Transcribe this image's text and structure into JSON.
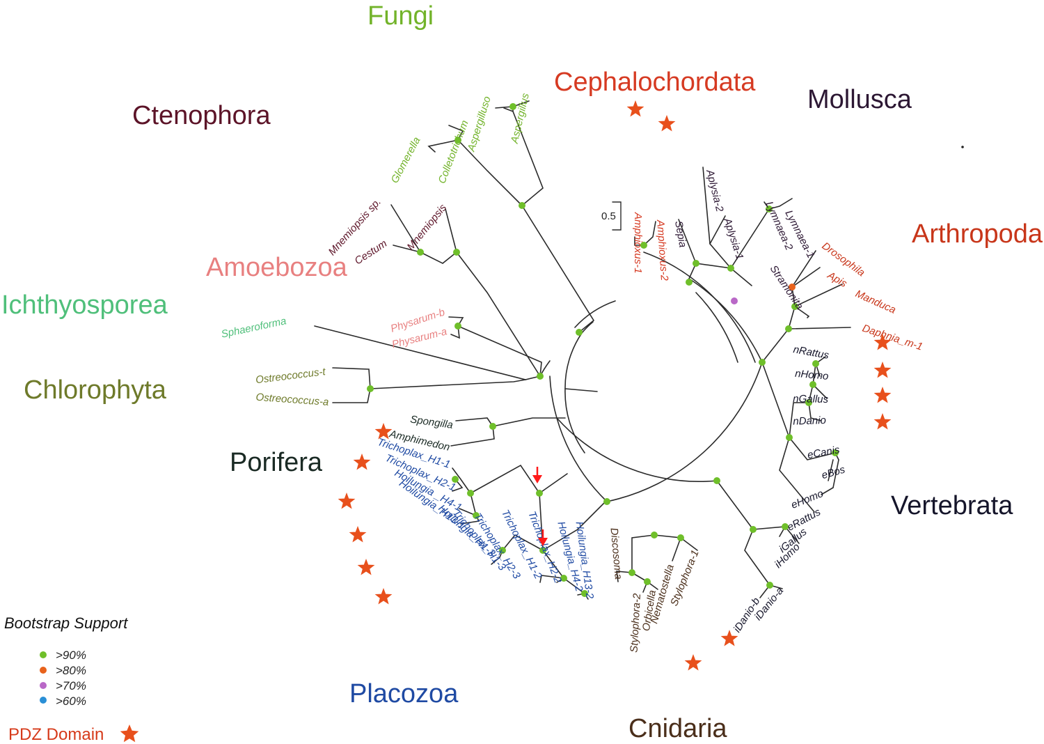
{
  "colors": {
    "branch": "#2a2a2a",
    "node_90": "#6fbf2a",
    "node_80": "#e8621c",
    "node_70": "#b968c7",
    "node_60": "#2a8fd6",
    "star": "#e8501c",
    "arrow": "#ff1a1a"
  },
  "clades": [
    {
      "key": "fungi",
      "label": "Fungi",
      "color": "#72b32a"
    },
    {
      "key": "cephalochordata",
      "label": "Cephalochordata",
      "color": "#d63a22"
    },
    {
      "key": "mollusca",
      "label": "Mollusca",
      "color": "#2c1733"
    },
    {
      "key": "ctenophora",
      "label": "Ctenophora",
      "color": "#5c1428"
    },
    {
      "key": "arthropoda",
      "label": "Arthropoda",
      "color": "#c8361a"
    },
    {
      "key": "amoebozoa",
      "label": "Amoebozoa",
      "color": "#e88080"
    },
    {
      "key": "ichthyosporea",
      "label": "Ichthyosporea",
      "color": "#4fbf7a"
    },
    {
      "key": "chlorophyta",
      "label": "Chlorophyta",
      "color": "#6e7a2a"
    },
    {
      "key": "porifera",
      "label": "Porifera",
      "color": "#1a2a24"
    },
    {
      "key": "vertebrata",
      "label": "Vertebrata",
      "color": "#15152a"
    },
    {
      "key": "placozoa",
      "label": "Placozoa",
      "color": "#1f4aa3"
    },
    {
      "key": "cnidaria",
      "label": "Cnidaria",
      "color": "#4a2e1a"
    }
  ],
  "leaves": [
    {
      "name": "Aspergillus",
      "group": "fungi"
    },
    {
      "name": "Aspergilluso",
      "group": "fungi"
    },
    {
      "name": "Colletotrichum",
      "group": "fungi"
    },
    {
      "name": "Glomerella",
      "group": "fungi"
    },
    {
      "name": "Mnemiopsis sp.",
      "group": "ctenophora"
    },
    {
      "name": "Mnemiopsis",
      "group": "ctenophora"
    },
    {
      "name": "Cestum",
      "group": "ctenophora"
    },
    {
      "name": "Physarum-b",
      "group": "amoebozoa"
    },
    {
      "name": "Physarum-a",
      "group": "amoebozoa"
    },
    {
      "name": "Sphaeroforma",
      "group": "ichthyosporea"
    },
    {
      "name": "Ostreococcus-t",
      "group": "chlorophyta"
    },
    {
      "name": "Ostreococcus-a",
      "group": "chlorophyta"
    },
    {
      "name": "Spongilla",
      "group": "porifera",
      "pdz": true
    },
    {
      "name": "Amphimedon",
      "group": "porifera",
      "pdz": true
    },
    {
      "name": "Trichoplax_H1-1",
      "group": "placozoa"
    },
    {
      "name": "Trichoplax_H2-1",
      "group": "placozoa",
      "pdz": true
    },
    {
      "name": "Hoilungia _H4-1",
      "group": "placozoa",
      "pdz": true
    },
    {
      "name": "Hoilungia_H13-1",
      "group": "placozoa",
      "pdz": true
    },
    {
      "name": "Hoilungia_H1-3",
      "group": "placozoa",
      "pdz": true
    },
    {
      "name": "Trichoplax_H1-3",
      "group": "placozoa"
    },
    {
      "name": "Trichoplax_H2-3",
      "group": "placozoa"
    },
    {
      "name": "Trichoplax_H1-2",
      "group": "placozoa"
    },
    {
      "name": "Trichoplax_H2-2",
      "group": "placozoa"
    },
    {
      "name": "Hoilungia_H4-2",
      "group": "placozoa"
    },
    {
      "name": "Hoilungia_H13-2",
      "group": "placozoa"
    },
    {
      "name": "Discosoma",
      "group": "cnidaria"
    },
    {
      "name": "Stylophora-2",
      "group": "cnidaria"
    },
    {
      "name": "Orbicella",
      "group": "cnidaria"
    },
    {
      "name": "Nematostella",
      "group": "cnidaria",
      "pdz": true
    },
    {
      "name": "Stylophora-1",
      "group": "cnidaria",
      "pdz": true
    },
    {
      "name": "iDanio-b",
      "group": "vertebrata"
    },
    {
      "name": "iDanio-a",
      "group": "vertebrata"
    },
    {
      "name": "iHomo",
      "group": "vertebrata"
    },
    {
      "name": "iGallus",
      "group": "vertebrata"
    },
    {
      "name": "eRattus",
      "group": "vertebrata"
    },
    {
      "name": "eHomo",
      "group": "vertebrata"
    },
    {
      "name": "eBos",
      "group": "vertebrata"
    },
    {
      "name": "eCanis",
      "group": "vertebrata"
    },
    {
      "name": "nDanio",
      "group": "vertebrata",
      "pdz": true
    },
    {
      "name": "nGallus",
      "group": "vertebrata",
      "pdz": true
    },
    {
      "name": "nHomo",
      "group": "vertebrata",
      "pdz": true
    },
    {
      "name": "nRattus",
      "group": "vertebrata",
      "pdz": true
    },
    {
      "name": "Daphnia_m-1",
      "group": "arthropoda"
    },
    {
      "name": "Manduca",
      "group": "arthropoda"
    },
    {
      "name": "Apis",
      "group": "arthropoda"
    },
    {
      "name": "Drosophila",
      "group": "arthropoda"
    },
    {
      "name": "Stramonita",
      "group": "mollusca"
    },
    {
      "name": "Lymnaea-1",
      "group": "mollusca"
    },
    {
      "name": "Lymnaea-2",
      "group": "mollusca"
    },
    {
      "name": "Aplysia-1",
      "group": "mollusca"
    },
    {
      "name": "Aplysia-2",
      "group": "mollusca"
    },
    {
      "name": "Sepia",
      "group": "mollusca"
    },
    {
      "name": "Amphioxus-2",
      "group": "cephalochordata",
      "pdz": true
    },
    {
      "name": "Amphioxus-1",
      "group": "cephalochordata",
      "pdz": true
    }
  ],
  "scale_bar": {
    "label": "0.5"
  },
  "legend": {
    "title": "Bootstrap Support",
    "items": [
      {
        "label": ">90%",
        "color": "#6fbf2a"
      },
      {
        "label": ">80%",
        "color": "#e8621c"
      },
      {
        "label": ">70%",
        "color": "#b968c7"
      },
      {
        "label": ">60%",
        "color": "#2a8fd6"
      }
    ],
    "pdz_label": "PDZ Domain",
    "pdz_color": "#d63a1a"
  }
}
